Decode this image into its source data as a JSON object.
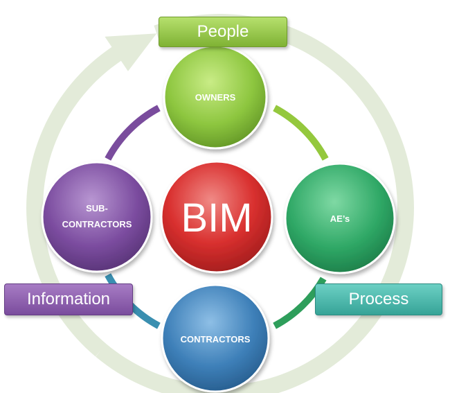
{
  "labels": {
    "people": "People",
    "information": "Information",
    "process": "Process"
  },
  "center": {
    "text": "BIM",
    "color": "#d9302f"
  },
  "nodes": [
    {
      "id": "owners",
      "text": "OWNERS",
      "color": "#8dc63f"
    },
    {
      "id": "aes",
      "text": "AE’s",
      "color": "#2fa866"
    },
    {
      "id": "contractors",
      "text": "CONTRACTORS",
      "color": "#3d7fb8"
    },
    {
      "id": "subcontractors",
      "lines": [
        "SUB-",
        "CONTRACTORS"
      ],
      "color": "#7b4c9f"
    }
  ],
  "colors": {
    "outer_arrow": "#e3ebd9",
    "ring_top_right": "#94c83d",
    "ring_bottom_right": "#2e9e5b",
    "ring_bottom_left": "#3a8fb0",
    "ring_top_left": "#7a4c9d"
  }
}
